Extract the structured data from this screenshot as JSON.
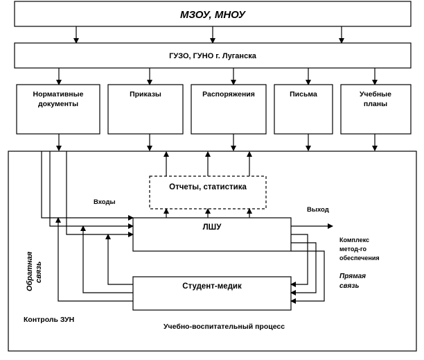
{
  "top_box": {
    "label": "МЗОУ, МНОУ"
  },
  "second_box": {
    "label": "ГУЗО, ГУНО г. Луганска"
  },
  "document_boxes": [
    {
      "line1": "Нормативные",
      "line2": "документы"
    },
    {
      "line1": "Приказы",
      "line2": ""
    },
    {
      "line1": "Распоряжения",
      "line2": ""
    },
    {
      "line1": "Письма",
      "line2": ""
    },
    {
      "line1": "Учебные",
      "line2": "планы"
    }
  ],
  "reports_box": {
    "label": "Отчеты, статистика"
  },
  "lshu_box": {
    "label": "ЛШУ"
  },
  "student_box": {
    "label": "Студент-медик"
  },
  "labels": {
    "inputs": "Входы",
    "output": "Выход",
    "complex_line1": "Комплекс",
    "complex_line2": "метод-го",
    "complex_line3": "обеспечения",
    "direct_line1": "Прямая",
    "direct_line2": "связь",
    "feedback_line1": "Обратная",
    "feedback_line2": "связь",
    "control": "Контроль  ЗУН",
    "process": "Учебно-воспитательный  процесс"
  }
}
